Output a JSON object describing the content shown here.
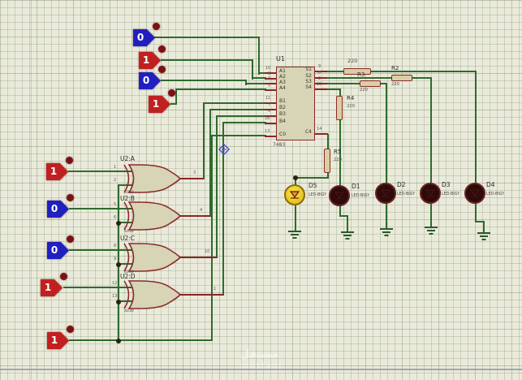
{
  "colors": {
    "wire": "#2e6b2e",
    "pin": "#8b2525",
    "component_outline": "#8b2a2a",
    "component_fill": "#d8d4b6",
    "state_high": "#c02020",
    "state_low": "#2020c0",
    "led_lit": "#e8c413",
    "led_off": "#2d0b0b",
    "background": "#eaeadb"
  },
  "ic": {
    "ref": "U1",
    "part": "7483",
    "left_pins": [
      {
        "name": "A1",
        "num": "10"
      },
      {
        "name": "A2",
        "num": "8"
      },
      {
        "name": "A3",
        "num": "3"
      },
      {
        "name": "A4",
        "num": "1"
      },
      {
        "name": "B1",
        "num": "11"
      },
      {
        "name": "B2",
        "num": "7"
      },
      {
        "name": "B3",
        "num": "4"
      },
      {
        "name": "B4",
        "num": "16"
      },
      {
        "name": "C0",
        "num": "13"
      }
    ],
    "right_pins": [
      {
        "name": "S1",
        "num": "9"
      },
      {
        "name": "S2",
        "num": "6"
      },
      {
        "name": "S3",
        "num": "2"
      },
      {
        "name": "S4",
        "num": "15"
      },
      {
        "name": "C4",
        "num": "14"
      }
    ]
  },
  "gates": [
    {
      "ref": "U2:A",
      "part": "4030",
      "in1": "1",
      "in2": "2",
      "out": "3"
    },
    {
      "ref": "U2:B",
      "part": "4030",
      "in1": "5",
      "in2": "6",
      "out": "4"
    },
    {
      "ref": "U2:C",
      "part": "4030",
      "in1": "8",
      "in2": "9",
      "out": "10"
    },
    {
      "ref": "U2:D",
      "part": "4030",
      "in1": "12",
      "in2": "13",
      "out": "11"
    }
  ],
  "top_states": [
    "0",
    "1",
    "0",
    "1"
  ],
  "left_states": [
    "1",
    "0",
    "0",
    "1",
    "1"
  ],
  "resistors": {
    "r1": {
      "value": "220"
    },
    "r2": {
      "ref": "R2",
      "value": "220"
    },
    "r3": {
      "ref": "R3",
      "value": "220"
    },
    "r4": {
      "ref": "R4",
      "value": "220"
    },
    "r5": {
      "ref": "R5",
      "value": "220"
    }
  },
  "leds": [
    {
      "ref": "D5",
      "part": "LED-BIGY",
      "state": "on"
    },
    {
      "ref": "D1",
      "part": "LED-BIGY",
      "state": "off"
    },
    {
      "ref": "D2",
      "part": "LED-BIGY",
      "state": "off"
    },
    {
      "ref": "D3",
      "part": "LED-BIGY",
      "state": "off"
    },
    {
      "ref": "D4",
      "part": "LED-BIGY",
      "state": "off"
    }
  ],
  "watermark": {
    "line1": "مستقل",
    "line2": "mostaql"
  }
}
